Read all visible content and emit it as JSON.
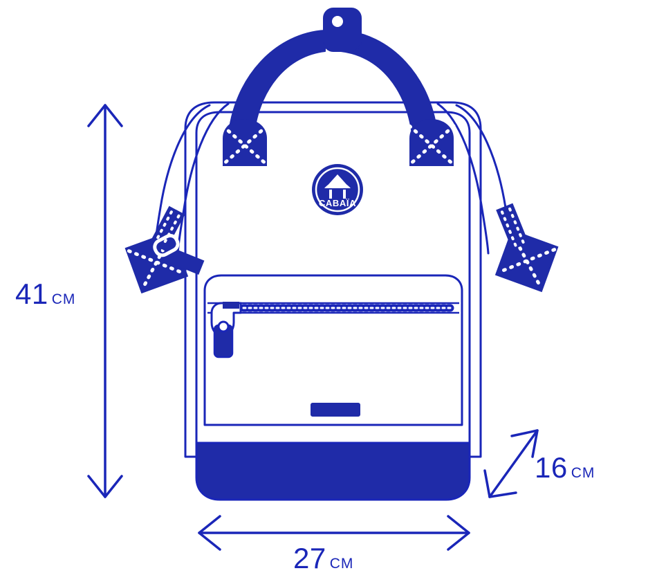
{
  "illustration": {
    "name": "backpack-dimensions-diagram",
    "subject": "backpack",
    "brand": "CABAÏA",
    "background_color": "#ffffff",
    "line_color": "#1a26b8",
    "fill_color": "#1f2ba8"
  },
  "logo": {
    "wordmark": "CABAÏA",
    "icon_name": "tent-icon",
    "badge_color": "#1f2ba8",
    "text_color": "#ffffff"
  },
  "dimensions": {
    "height": {
      "value": "41",
      "unit": "CM",
      "axis": "vertical",
      "arrow": "double-ended"
    },
    "width": {
      "value": "27",
      "unit": "CM",
      "axis": "horizontal",
      "arrow": "double-ended"
    },
    "depth": {
      "value": "16",
      "unit": "CM",
      "axis": "diagonal",
      "arrow": "double-ended"
    }
  },
  "parts": {
    "top_handle": "carry-handle",
    "handle_keeper": "handle-keeper-tab",
    "shoulder_straps": "shoulder-straps",
    "anchor_patches": "x-stitched-anchor-patch",
    "side_tabs": "x-stitched-side-tab",
    "front_pocket": "front-zip-pocket",
    "zipper": "zipper-with-pull-tab",
    "front_label": "front-label-bar",
    "bottom_panel": "reinforced-bottom-panel"
  }
}
